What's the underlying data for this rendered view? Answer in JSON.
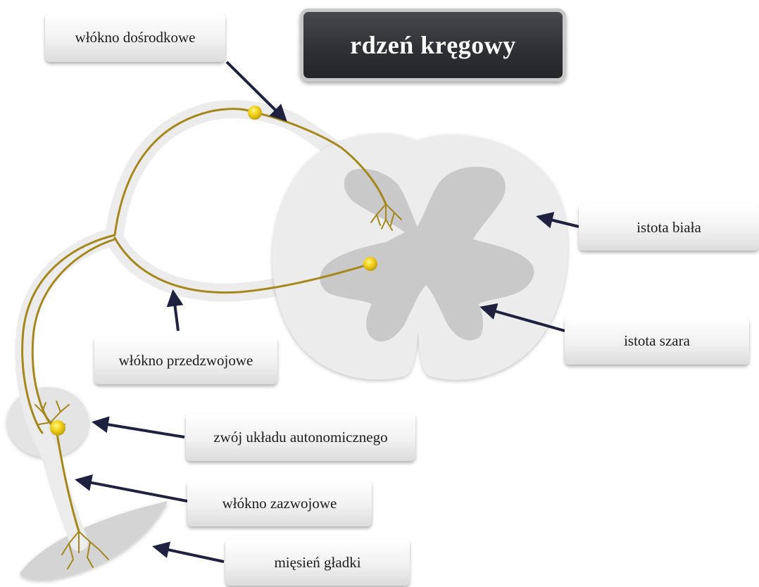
{
  "title": "rdzeń kręgowy",
  "labels": {
    "afferent_fiber": "włókno dośrodkowe",
    "white_matter": "istota biała",
    "gray_matter": "istota szara",
    "preganglionic_fiber": "włókno przedzwojowe",
    "autonomic_ganglion": "zwój układu autonomicznego",
    "postganglionic_fiber": "włókno zazwojowe",
    "smooth_muscle": "mięsień gładki"
  },
  "colors": {
    "nerve": "#a4881c",
    "neuron_body": "#f2d21a",
    "sheath": "#ececec",
    "white_matter": "#ececec",
    "gray_matter": "#c9c9c9",
    "arrow": "#1e2140",
    "title_background": "#2e2f32"
  }
}
